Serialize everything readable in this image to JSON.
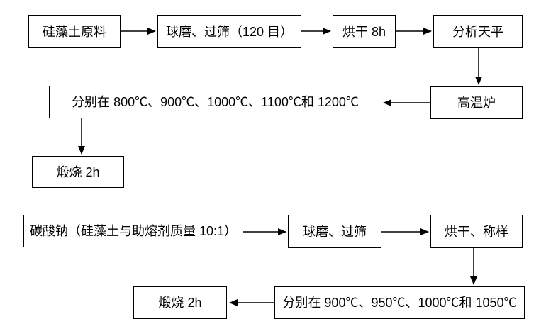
{
  "flowchart": {
    "title": "diatomite-calcination-process-flowchart",
    "colors": {
      "background": "#ffffff",
      "box_border": "#000000",
      "text": "#000000",
      "arrow": "#000000"
    },
    "boxes": {
      "raw_material": "硅藻土原料",
      "mill_sieve_120": "球磨、过筛（120 目）",
      "dry_8h": "烘干 8h",
      "analytical_balance": "分析天平",
      "temps_top": "分别在 800℃、900℃、1000℃、1100℃和 1200℃",
      "furnace": "高温炉",
      "calcine_2h_top": "煅烧 2h",
      "sodium_carbonate": "碳酸钠（硅藻土与助熔剂质量 10:1）",
      "mill_sieve": "球磨、过筛",
      "dry_weigh": "烘干、称样",
      "calcine_2h_bottom": "煅烧 2h",
      "temps_bottom": "分别在 900℃、950℃、1000℃和 1050℃"
    },
    "edges": [
      {
        "from": "raw_material",
        "to": "mill_sieve_120"
      },
      {
        "from": "mill_sieve_120",
        "to": "dry_8h"
      },
      {
        "from": "dry_8h",
        "to": "analytical_balance"
      },
      {
        "from": "analytical_balance",
        "to": "furnace"
      },
      {
        "from": "furnace",
        "to": "temps_top"
      },
      {
        "from": "temps_top",
        "to": "calcine_2h_top"
      },
      {
        "from": "sodium_carbonate",
        "to": "mill_sieve"
      },
      {
        "from": "mill_sieve",
        "to": "dry_weigh"
      },
      {
        "from": "dry_weigh",
        "to": "temps_bottom"
      },
      {
        "from": "temps_bottom",
        "to": "calcine_2h_bottom"
      }
    ]
  }
}
